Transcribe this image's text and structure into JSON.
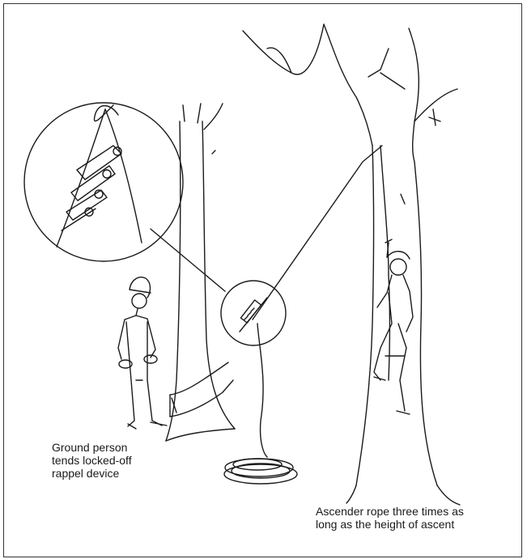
{
  "figure": {
    "captions": {
      "ground_person": [
        "Ground person",
        "tends locked-off",
        "rappel device"
      ],
      "ascender_rope": [
        "Ascender rope three times as",
        "long as the height of ascent"
      ]
    },
    "colors": {
      "ink": "#1a1a1a",
      "frame": "#333333",
      "background": "#ffffff"
    }
  }
}
